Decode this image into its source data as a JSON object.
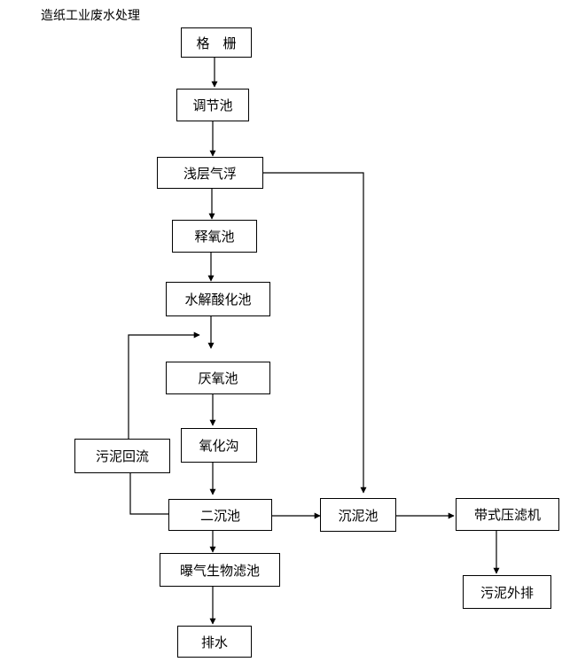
{
  "title": "造纸工业废水处理",
  "nodes": {
    "grille": "格　栅",
    "regulating_tank": "调节池",
    "shallow_flotation": "浅层气浮",
    "oxygen_release_tank": "释氧池",
    "hydrolysis_tank": "水解酸化池",
    "anaerobic_tank": "厌氧池",
    "oxidation_ditch": "氧化沟",
    "sludge_return": "污泥回流",
    "secondary_clarifier": "二沉池",
    "baf": "曝气生物滤池",
    "discharge": "排水",
    "sludge_tank": "沉泥池",
    "belt_filter_press": "带式压滤机",
    "sludge_discharge": "污泥外排"
  }
}
